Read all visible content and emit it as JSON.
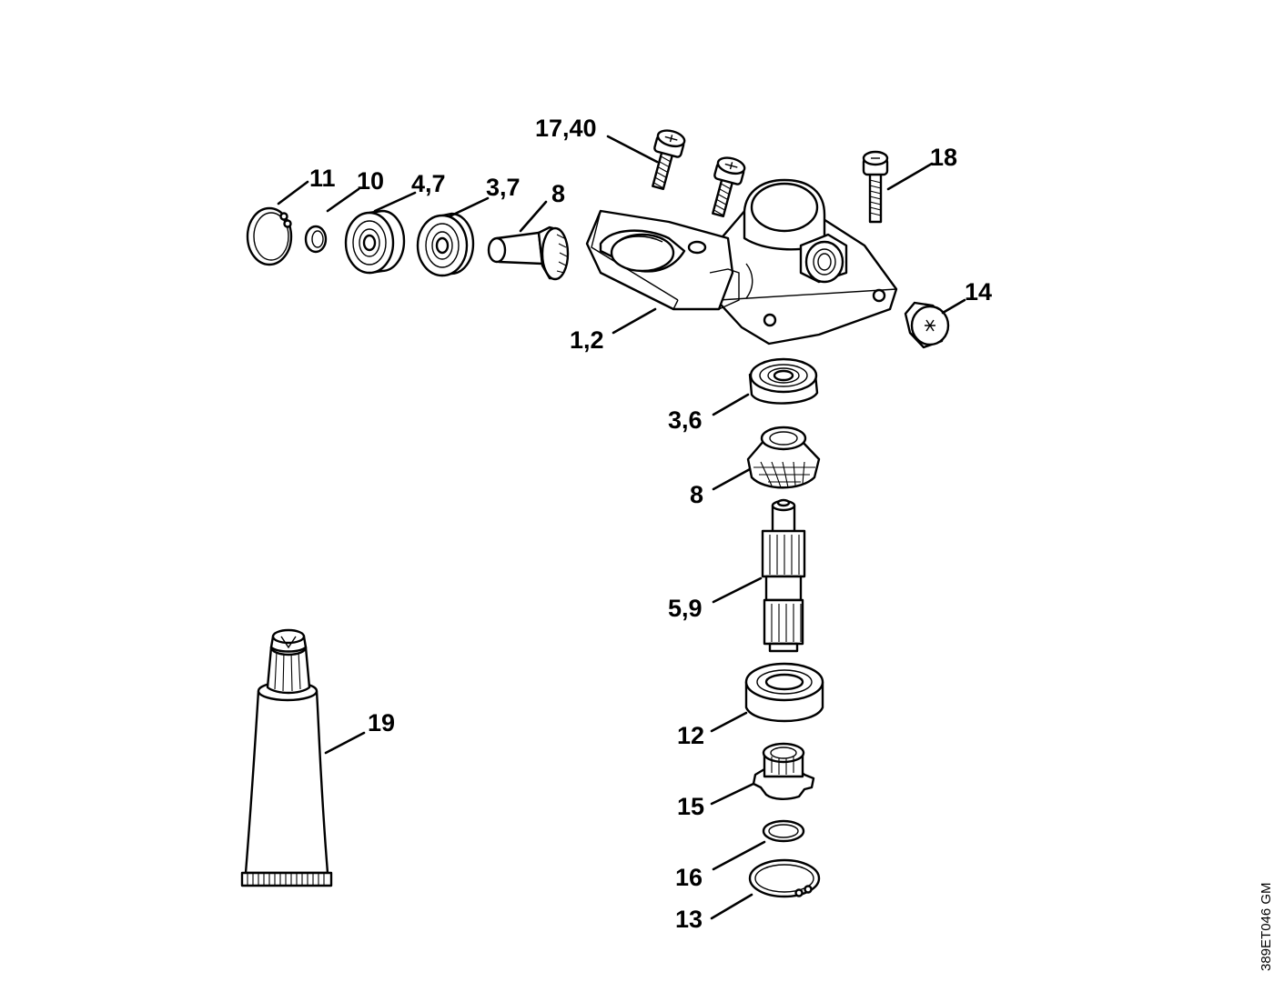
{
  "diagram": {
    "drawing_code": "389ET046 GM",
    "callouts": [
      {
        "id": "c-17-40",
        "label": "17,40"
      },
      {
        "id": "c-18",
        "label": "18"
      },
      {
        "id": "c-11",
        "label": "11"
      },
      {
        "id": "c-10",
        "label": "10"
      },
      {
        "id": "c-4-7",
        "label": "4,7"
      },
      {
        "id": "c-3-7",
        "label": "3,7"
      },
      {
        "id": "c-8-top",
        "label": "8"
      },
      {
        "id": "c-14",
        "label": "14"
      },
      {
        "id": "c-1-2",
        "label": "1,2"
      },
      {
        "id": "c-3-6",
        "label": "3,6"
      },
      {
        "id": "c-8-bottom",
        "label": "8"
      },
      {
        "id": "c-5-9",
        "label": "5,9"
      },
      {
        "id": "c-19",
        "label": "19"
      },
      {
        "id": "c-12",
        "label": "12"
      },
      {
        "id": "c-15",
        "label": "15"
      },
      {
        "id": "c-16",
        "label": "16"
      },
      {
        "id": "c-13",
        "label": "13"
      }
    ]
  }
}
